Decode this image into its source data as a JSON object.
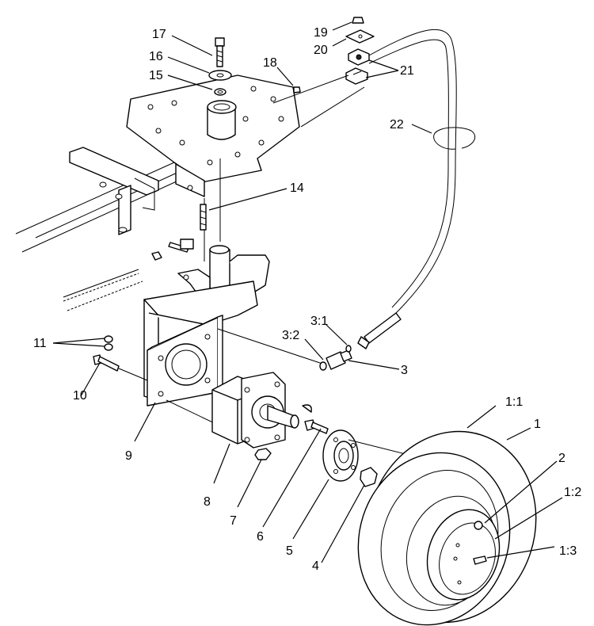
{
  "callouts": [
    {
      "id": "c17",
      "text": "17"
    },
    {
      "id": "c16",
      "text": "16"
    },
    {
      "id": "c15",
      "text": "15"
    },
    {
      "id": "c18",
      "text": "18"
    },
    {
      "id": "c19",
      "text": "19"
    },
    {
      "id": "c20",
      "text": "20"
    },
    {
      "id": "c21",
      "text": "21"
    },
    {
      "id": "c22",
      "text": "22"
    },
    {
      "id": "c14",
      "text": "14"
    },
    {
      "id": "c3_1",
      "text": "3:1"
    },
    {
      "id": "c3_2",
      "text": "3:2"
    },
    {
      "id": "c3",
      "text": "3"
    },
    {
      "id": "c11",
      "text": "11"
    },
    {
      "id": "c10",
      "text": "10"
    },
    {
      "id": "c9",
      "text": "9"
    },
    {
      "id": "c8",
      "text": "8"
    },
    {
      "id": "c7",
      "text": "7"
    },
    {
      "id": "c6",
      "text": "6"
    },
    {
      "id": "c5",
      "text": "5"
    },
    {
      "id": "c4",
      "text": "4"
    },
    {
      "id": "c1_1",
      "text": "1:1"
    },
    {
      "id": "c1",
      "text": "1"
    },
    {
      "id": "c2",
      "text": "2"
    },
    {
      "id": "c1_2",
      "text": "1:2"
    },
    {
      "id": "c1_3",
      "text": "1:3"
    }
  ]
}
